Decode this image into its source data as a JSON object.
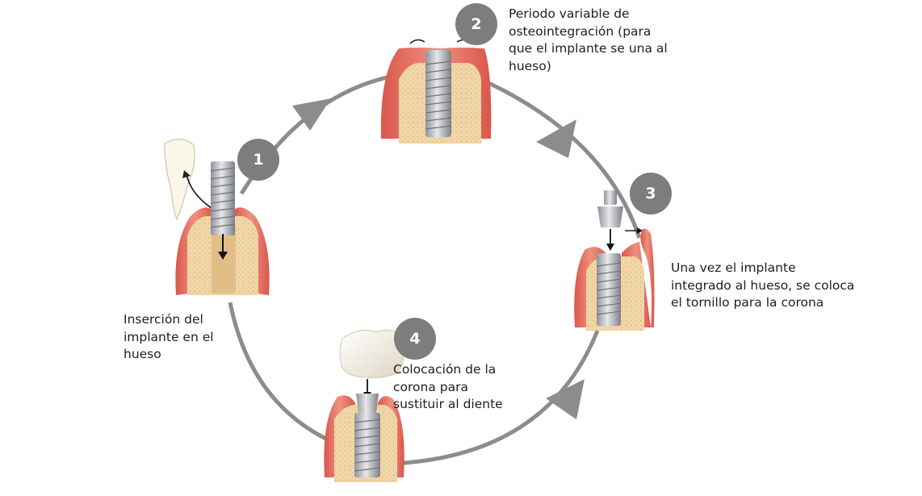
{
  "steps": [
    {
      "number": "1",
      "caption": "Inserción del\nimplante en el\nhueso"
    },
    {
      "number": "2",
      "caption": "Periodo variable de\nosteointegración (para\nque el implante se una al\nhueso)"
    },
    {
      "number": "3",
      "caption": "Una vez el implante\nintegrado al hueso, se coloca\nel tornillo para la corona"
    },
    {
      "number": "4",
      "caption": "Colocación de la\ncorona para\nsustituir al diente"
    }
  ],
  "colors": {
    "cycle": "#8c8c8c",
    "badge": "#7d7d7d",
    "gum": "#e2675a",
    "gum_light": "#f2a08f",
    "bone": "#f1d6a8",
    "bone_dark": "#d8b27a",
    "metal": "#b9bcc0",
    "crown": "#f3efe2"
  }
}
